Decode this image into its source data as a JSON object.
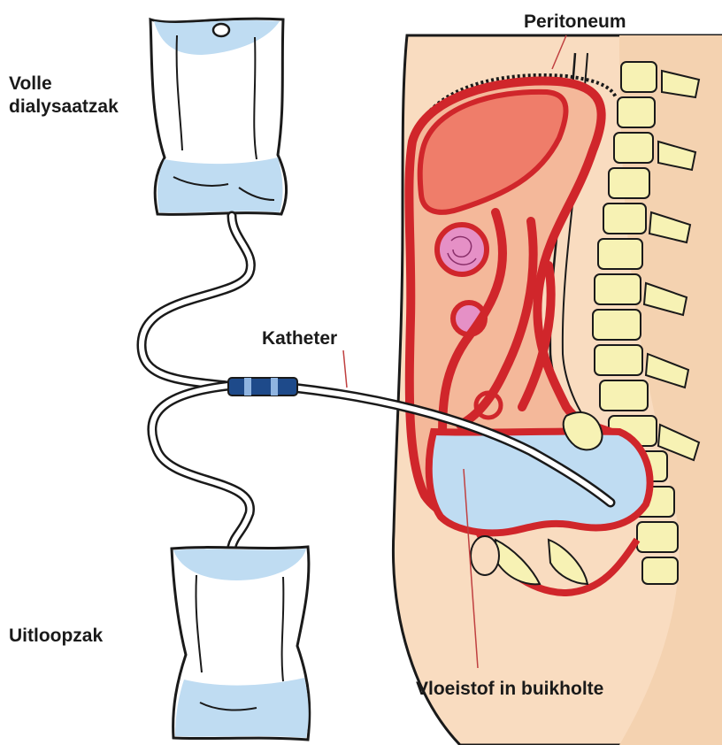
{
  "labels": {
    "full_bag_line1": "Volle",
    "full_bag_line2": "dialysaatzak",
    "drain_bag": "Uitloopzak",
    "peritoneum": "Peritoneum",
    "catheter": "Katheter",
    "fluid": "Vloeistof in buikholte"
  },
  "colors": {
    "outline": "#1a1a1a",
    "bag_fill": "#ffffff",
    "liquid": "#bfdcf2",
    "skin": "#f9dcc0",
    "organ_red": "#d0262b",
    "liver": "#ef7d6a",
    "spine": "#f7f2b4",
    "connector": "#1e4a8a",
    "leader_line": "#c04040"
  }
}
